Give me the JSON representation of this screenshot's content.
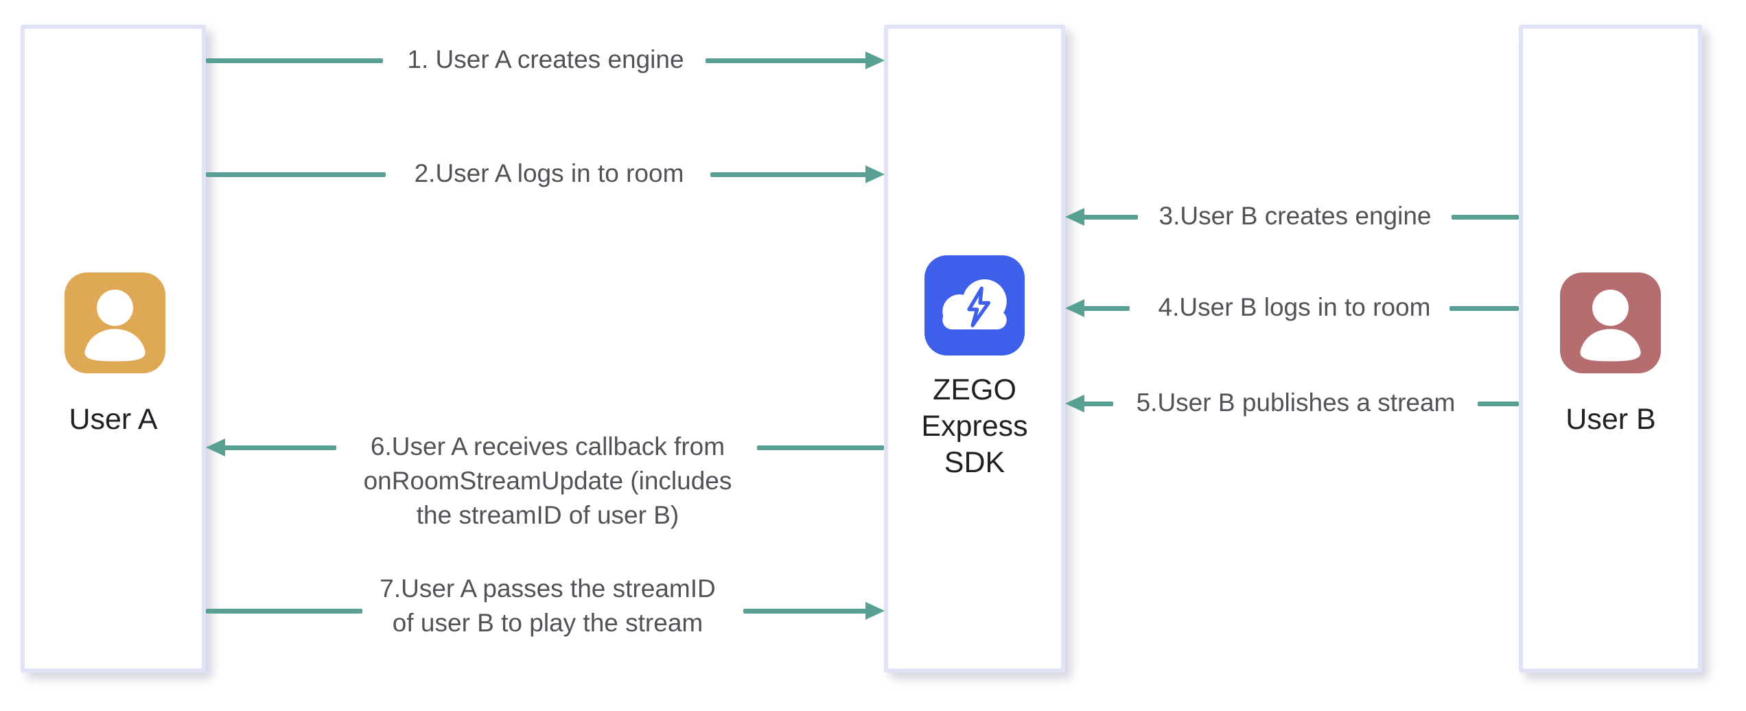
{
  "diagram": {
    "title": "ZEGO Express SDK stream publish/play sequence",
    "colors": {
      "arrow": "#58a094",
      "box_border": "#dfe3f5",
      "user_a_icon": "#dfa855",
      "user_b_icon": "#b66d70",
      "sdk_icon": "#3d5fe9",
      "message_text": "#4f5257",
      "entity_label_text": "#1f2023"
    },
    "entities": [
      {
        "id": "user-a",
        "label": "User A",
        "icon": "user-icon"
      },
      {
        "id": "zego-sdk",
        "label": "ZEGO Express SDK",
        "icon": "cloud-lightning-icon"
      },
      {
        "id": "user-b",
        "label": "User B",
        "icon": "user-icon"
      }
    ],
    "messages": [
      {
        "num": 1,
        "from": "user-a",
        "to": "zego-sdk",
        "direction": "right",
        "lines": [
          "1. User A creates engine"
        ]
      },
      {
        "num": 2,
        "from": "user-a",
        "to": "zego-sdk",
        "direction": "right",
        "lines": [
          "2.User A logs in to room"
        ]
      },
      {
        "num": 3,
        "from": "user-b",
        "to": "zego-sdk",
        "direction": "left",
        "lines": [
          "3.User B creates engine"
        ]
      },
      {
        "num": 4,
        "from": "user-b",
        "to": "zego-sdk",
        "direction": "left",
        "lines": [
          "4.User B logs in to room"
        ]
      },
      {
        "num": 5,
        "from": "user-b",
        "to": "zego-sdk",
        "direction": "left",
        "lines": [
          "5.User B publishes a stream"
        ]
      },
      {
        "num": 6,
        "from": "zego-sdk",
        "to": "user-a",
        "direction": "left",
        "lines": [
          "6.User A receives callback from",
          "onRoomStreamUpdate (includes",
          "the streamID of user B)"
        ]
      },
      {
        "num": 7,
        "from": "user-a",
        "to": "zego-sdk",
        "direction": "right",
        "lines": [
          "7.User A passes the streamID",
          "of user B to play the stream"
        ]
      }
    ]
  }
}
